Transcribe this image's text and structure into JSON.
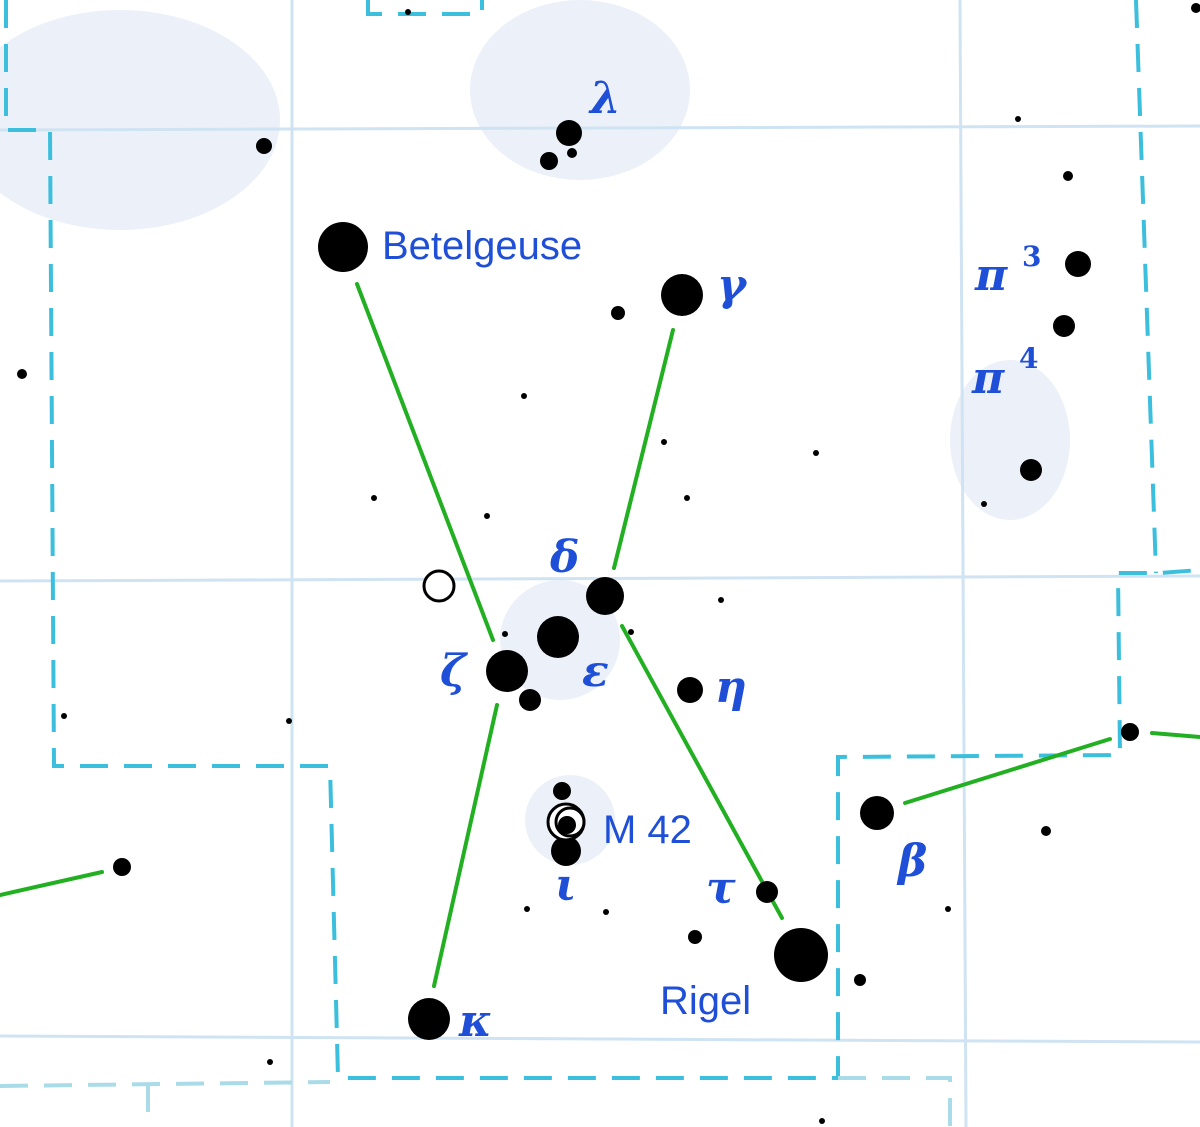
{
  "map": {
    "labels": {
      "lambda": "λ",
      "betelgeuse": "Betelgeuse",
      "gamma": "γ",
      "pi3": "π",
      "pi3_sup": "3",
      "pi4": "π",
      "pi4_sup": "4",
      "delta": "δ",
      "zeta": "ζ",
      "epsilon": "ε",
      "eta": "η",
      "m42": "M 42",
      "iota": "ι",
      "tau": "τ",
      "beta": "β",
      "rigel": "Rigel",
      "kappa": "κ"
    },
    "colors": {
      "label": "#1f4fd6",
      "stick_figure": "#22b022",
      "boundary": "#3bbfdc",
      "grid": "#cfe3f2",
      "star": "#000000"
    }
  }
}
